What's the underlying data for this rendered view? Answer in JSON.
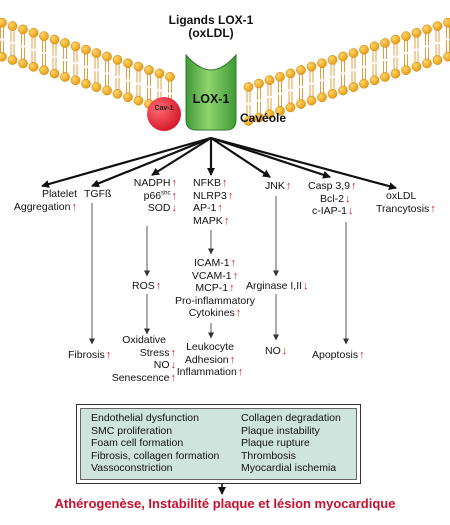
{
  "header": {
    "line1": "Ligands LOX-1",
    "line2": "(oxLDL)"
  },
  "receptor": {
    "name": "LOX-1",
    "cav": "Cav-1",
    "caveole": "Cavéole"
  },
  "colors": {
    "membrane_head": "#f2a91c",
    "receptor": "#5db84a",
    "cav1": "#e8283c",
    "arrow_mark": "#d21f1f",
    "footer_text": "#c8102e",
    "box_fill": "#cfe4dd"
  },
  "icons": {
    "increase": "arrow-up-icon",
    "decrease": "arrow-down-icon"
  },
  "glyphs": {
    "up": "↑",
    "down": "↓"
  },
  "branches": {
    "platelet": {
      "line1": "Platelet",
      "line2": "Aggregation"
    },
    "tgfb": {
      "label": "TGFß"
    },
    "nadph": {
      "l1": "NADPH",
      "l2a": "p66",
      "l2sup": "shc",
      "l3": "SOD"
    },
    "nfkb": {
      "l1": "NFKB",
      "l2": "NLRP3",
      "l3": "AP-1",
      "l4": "MAPK"
    },
    "jnk": {
      "label": "JNK"
    },
    "casp": {
      "l1": "Casp 3,9",
      "l2": "Bcl-2",
      "l3": "c-IAP-1"
    },
    "oxldl": {
      "l1": "oxLDL",
      "l2": "Trancytosis"
    }
  },
  "mid": {
    "ros": "ROS",
    "icam": "ICAM-1",
    "vcam": "VCAM-1",
    "mcp": "MCP-1",
    "proinf1": "Pro-inflammatory",
    "proinf2": "Cytokines",
    "arginase": "Arginase I,II"
  },
  "lower": {
    "fibrosis": "Fibrosis",
    "oxid1": "Oxidative",
    "oxid2": "Stress",
    "no": "NO",
    "senescence": "Senescence",
    "leuk1": "Leukocyte",
    "leuk2": "Adhesion",
    "leuk3": "Inflammation",
    "no2": "NO",
    "apoptosis": "Apoptosis"
  },
  "outcomes": {
    "left": [
      "Endothelial dysfunction",
      "SMC proliferation",
      "Foam cell formation",
      "Fibrosis, collagen formation",
      "Vassoconstriction"
    ],
    "right": [
      "Collagen degradation",
      "Plaque instability",
      "Plaque rupture",
      "Thrombosis",
      "Myocardial ischemia"
    ]
  },
  "footer": "Athérogenèse, Instabilité plaque et lésion myocardique"
}
